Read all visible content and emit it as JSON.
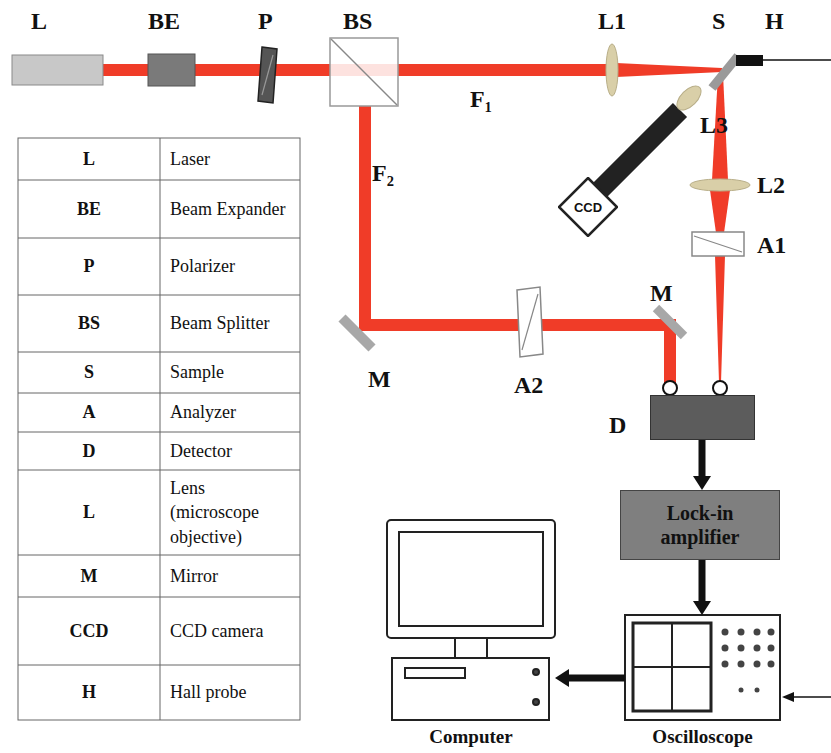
{
  "diagram": {
    "nodes": [
      {
        "text": [
          "D"
        ]
      },
      {
        "text": [
          "CCD"
        ]
      },
      {
        "text": [
          "Lock-in amplifier"
        ]
      },
      {
        "text": [
          "Oscilloscope"
        ]
      },
      {
        "text": [
          "Computer"
        ]
      }
    ],
    "edges": [
      {
        "from": 0,
        "to": 2,
        "arrow": "to"
      },
      {
        "from": 2,
        "to": 3,
        "arrow": "to"
      },
      {
        "from": 3,
        "to": 4,
        "arrow": "to"
      }
    ],
    "labels": [
      "L",
      "BE",
      "P",
      "BS",
      "F₁",
      "L1",
      "S",
      "H",
      "L3",
      "F₂",
      "L2",
      "A1",
      "M",
      "A2",
      "M",
      "L",
      "Laser",
      "BE",
      "Beam Expander",
      "P",
      "Polarizer",
      "BS",
      "Beam Splitter",
      "S",
      "Sample",
      "A",
      "Analyzer",
      "D",
      "Detector",
      "L",
      "Lens (microscope objective)",
      "M",
      "Mirror",
      "CCD",
      "CCD camera",
      "H",
      "Hall probe"
    ]
  }
}
